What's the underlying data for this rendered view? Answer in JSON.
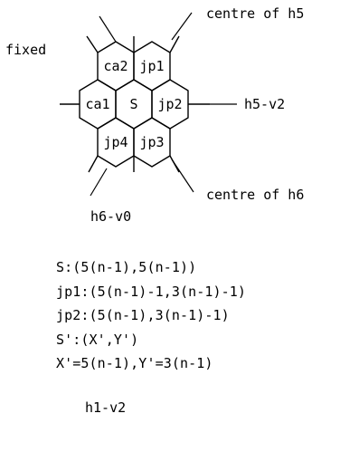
{
  "labels": {
    "fixed": "fixed",
    "centre_h5": "centre of h5",
    "centre_h6": "centre of h6",
    "h5_v2": "h5-v2",
    "h6_v0": "h6-v0"
  },
  "cells": {
    "ca2": "ca2",
    "jp1": "jp1",
    "ca1": "ca1",
    "S": "S",
    "jp2": "jp2",
    "jp4": "jp4",
    "jp3": "jp3"
  },
  "formulas": [
    "S:(5(n-1),5(n-1))",
    "jp1:(5(n-1)-1,3(n-1)-1)",
    "jp2:(5(n-1),3(n-1)-1)",
    "S':(X',Y')",
    "X'=5(n-1),Y'=3(n-1)"
  ],
  "caption": "h1-v2",
  "colors": {
    "ink": "#000000",
    "background": "#ffffff"
  }
}
